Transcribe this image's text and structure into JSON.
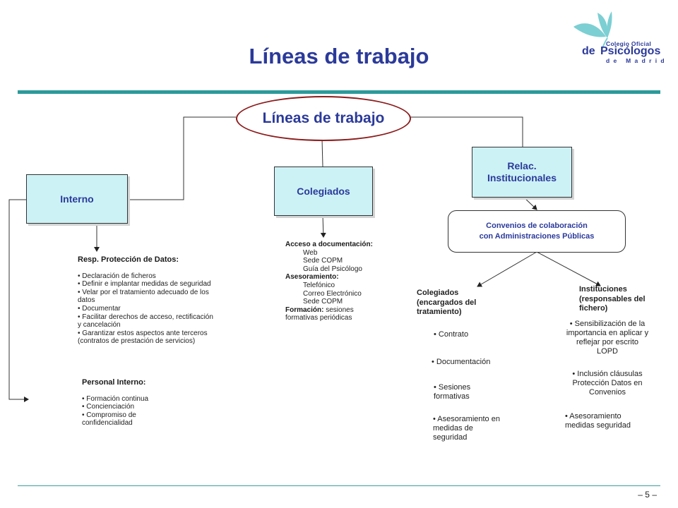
{
  "slide": {
    "title": "Líneas de trabajo",
    "page_number": "– 5 –",
    "colors": {
      "title": "#2b3a9a",
      "box_fill": "#ccf2f6",
      "oval_border": "#8b1c1c",
      "rule": "#2c9a9a"
    }
  },
  "logo": {
    "line1": "Colegio Oficial",
    "de": "de",
    "line2": "Psicólogos",
    "line3": "de Madrid",
    "icon": "leaf-icon"
  },
  "root": {
    "label": "Líneas de trabajo"
  },
  "branches": {
    "interno": {
      "label": "Interno"
    },
    "colegiados": {
      "label": "Colegiados"
    },
    "relac": {
      "line1": "Relac.",
      "line2": "Institucionales"
    }
  },
  "resp": {
    "heading": "Resp. Protección de Datos:",
    "items": [
      "• Declaración de ficheros",
      "• Definir e implantar medidas de seguridad",
      "• Velar por el tratamiento adecuado de los",
      "datos",
      "• Documentar",
      "• Facilitar derechos de acceso, rectificación",
      "y cancelación",
      "• Garantizar estos aspectos ante terceros",
      "(contratos de prestación de servicios)"
    ]
  },
  "personal": {
    "heading": "Personal Interno:",
    "items": [
      "• Formación continua",
      "• Concienciación",
      "• Compromiso de",
      "confidencialidad"
    ]
  },
  "acceso": {
    "heading1": "Acceso a documentación:",
    "items1": [
      "Web",
      "Sede COPM",
      "Guía del Psicólogo"
    ],
    "heading2": "Asesoramiento:",
    "items2": [
      "Telefónico",
      "Correo Electrónico",
      "Sede COPM"
    ],
    "heading3": "Formación:",
    "text3a": " sesiones",
    "text3b": "formativas periódicas"
  },
  "convenios": {
    "line1": "Convenios de colaboración",
    "line2": "con Administraciones Públicas"
  },
  "col_colegiados": {
    "lines": [
      "Colegiados",
      "(encargados del",
      "tratamiento)"
    ],
    "contrato": "• Contrato",
    "documentacion": "• Documentación",
    "sesiones": [
      "• Sesiones",
      "formativas"
    ],
    "asesoramiento": [
      "• Asesoramiento en",
      "medidas de",
      "seguridad"
    ]
  },
  "col_instituciones": {
    "lines": [
      "Instituciones",
      "(responsables del",
      "fichero)"
    ],
    "sensibilizacion": [
      "• Sensibilización de la",
      "importancia en aplicar y",
      "reflejar por escrito",
      "LOPD"
    ],
    "inclusion": [
      "• Inclusión cláusulas",
      "Protección Datos en",
      "Convenios"
    ],
    "asesoramiento": [
      "• Asesoramiento",
      "medidas seguridad"
    ]
  }
}
